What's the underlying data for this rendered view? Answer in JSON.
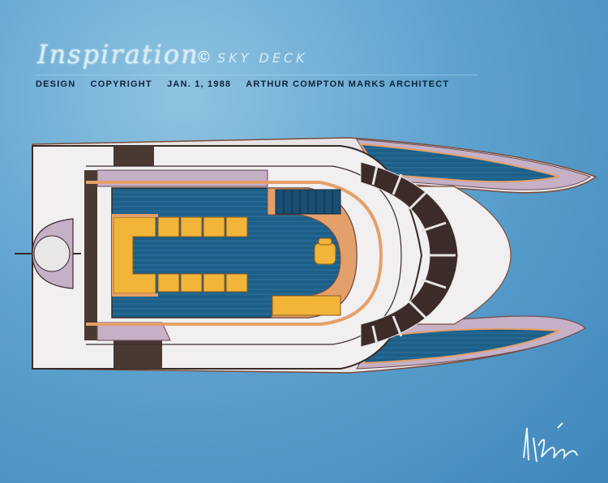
{
  "header": {
    "title": "Inspiration",
    "copyright_symbol": "©",
    "subtitle": "SKY DECK",
    "credit_line": {
      "design": "DESIGN",
      "copyright": "COPYRIGHT",
      "date": "JAN. 1, 1988",
      "architect": "ARTHUR COMPTON MARKS ARCHITECT"
    }
  },
  "colors": {
    "background": "#5ea3cf",
    "hull": "#f1eff0",
    "lilac": "#c6b0c6",
    "deck_blue": "#1d5f87",
    "seat_yellow": "#f2b53a",
    "wood": "#e4a06a",
    "dark_brown": "#4a3833"
  },
  "icons": [
    "signature-mark"
  ]
}
